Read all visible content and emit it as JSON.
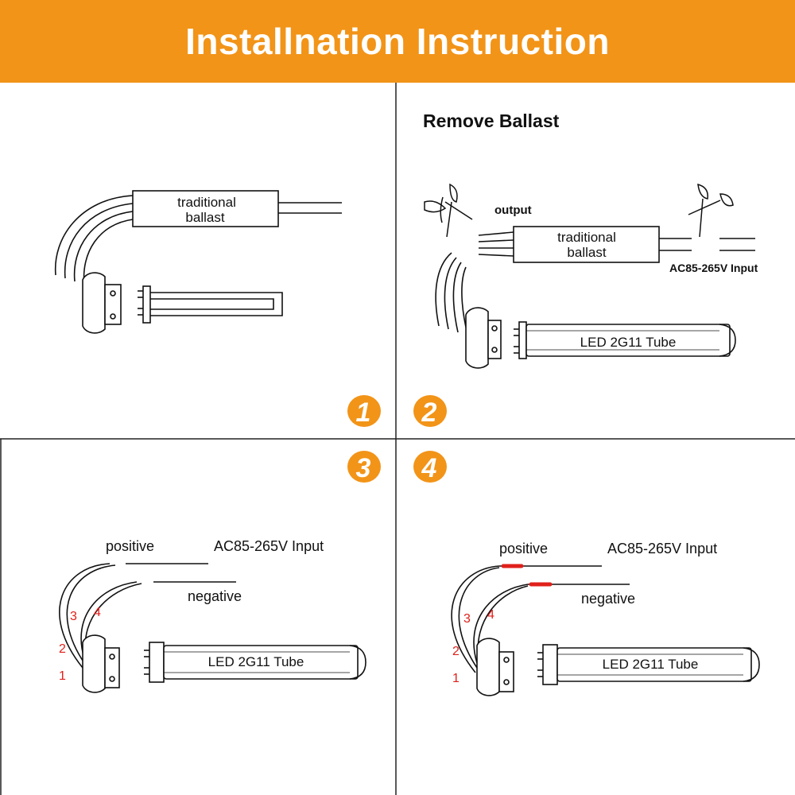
{
  "header": {
    "title": "Installnation Instruction",
    "background": "#f29418"
  },
  "colors": {
    "accent": "#f29418",
    "wire_mark": "#e0201a",
    "line": "#111111"
  },
  "steps": [
    {
      "number": "1",
      "ballast_label_1": "traditional",
      "ballast_label_2": "ballast"
    },
    {
      "number": "2",
      "title": "Remove Ballast",
      "output_label": "output",
      "ballast_label_1": "traditional",
      "ballast_label_2": "ballast",
      "input_label": "AC85-265V Input",
      "tube_label": "LED 2G11 Tube",
      "icons": [
        "scissors-icon",
        "scissors-icon"
      ]
    },
    {
      "number": "3",
      "positive_label": "positive",
      "negative_label": "negative",
      "input_label": "AC85-265V Input",
      "tube_label": "LED 2G11 Tube",
      "pins": [
        "1",
        "2",
        "3",
        "4"
      ]
    },
    {
      "number": "4",
      "positive_label": "positive",
      "negative_label": "negative",
      "input_label": "AC85-265V Input",
      "tube_label": "LED 2G11 Tube",
      "pins": [
        "1",
        "2",
        "3",
        "4"
      ]
    }
  ]
}
